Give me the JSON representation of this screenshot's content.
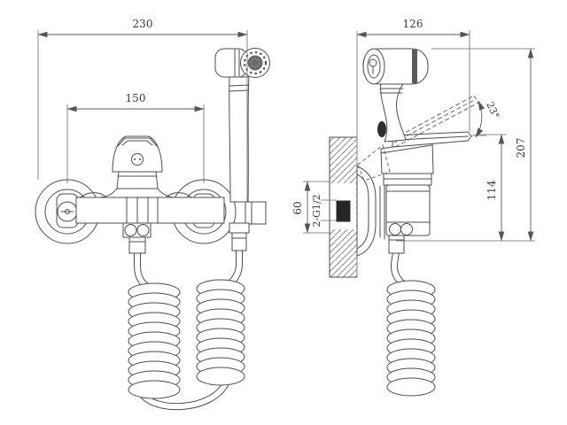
{
  "drawing": {
    "background_color": "#ffffff",
    "line_color": "#4d4d4d",
    "connection_fill": "#262626",
    "front_view": {
      "dim_overall_width": "230",
      "dim_hole_distance": "150"
    },
    "side_view": {
      "dim_depth": "126",
      "dim_overall_height": "207",
      "dim_lever_height": "114",
      "dim_inlet_offset": "60",
      "dim_thread_label": "2-G1/2",
      "dim_lever_angle": "23°"
    }
  }
}
